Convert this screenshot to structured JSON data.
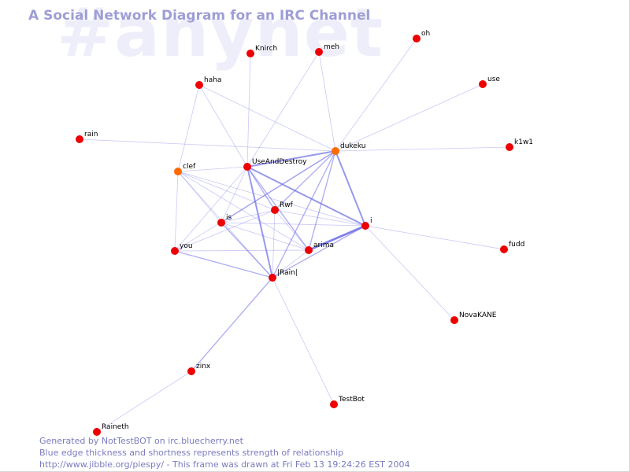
{
  "title": "A Social Network Diagram for an IRC Channel",
  "watermark": "#anynet",
  "colors": {
    "edge": "#7070e8",
    "node_fill": "#ee0000",
    "node_highlight": "#ff6a00",
    "title": "#9e9ed6",
    "footer": "#7b7bbf",
    "watermark": "#eeeefb"
  },
  "footer": {
    "line1": "Generated by NotTestBOT on irc.bluecherry.net",
    "line2": "Blue edge thickness and shortness represents strength of relationship",
    "line3": "http://www.jibble.org/piespy/ - This frame was drawn at Fri Feb 13 19:24:26 EST 2004"
  },
  "nodes": [
    {
      "id": "oh",
      "label": "oh",
      "highlight": false
    },
    {
      "id": "Knirch",
      "label": "Knirch",
      "highlight": false
    },
    {
      "id": "meh",
      "label": "meh",
      "highlight": false
    },
    {
      "id": "use",
      "label": "use",
      "highlight": false
    },
    {
      "id": "haha",
      "label": "haha",
      "highlight": false
    },
    {
      "id": "rain",
      "label": "rain",
      "highlight": false
    },
    {
      "id": "dukeku",
      "label": "dukeku",
      "highlight": true
    },
    {
      "id": "k1w1",
      "label": "k1w1",
      "highlight": false
    },
    {
      "id": "UseAndDestroy",
      "label": "UseAndDestroy",
      "highlight": false
    },
    {
      "id": "clef",
      "label": "clef",
      "highlight": true
    },
    {
      "id": "Rwf",
      "label": "Rwf",
      "highlight": false
    },
    {
      "id": "is",
      "label": "is",
      "highlight": false
    },
    {
      "id": "i",
      "label": "i",
      "highlight": false
    },
    {
      "id": "fudd",
      "label": "fudd",
      "highlight": false
    },
    {
      "id": "you",
      "label": "you",
      "highlight": false
    },
    {
      "id": "arima",
      "label": "arima",
      "highlight": false
    },
    {
      "id": "Rain",
      "label": "|Rain|",
      "highlight": false
    },
    {
      "id": "NovaKANE",
      "label": "NovaKANE",
      "highlight": false
    },
    {
      "id": "zinx",
      "label": "zinx",
      "highlight": false
    },
    {
      "id": "TestBot",
      "label": "TestBot",
      "highlight": false
    },
    {
      "id": "Raineth",
      "label": "Raineth",
      "highlight": false
    }
  ],
  "edges": [
    {
      "source": "dukeku",
      "target": "oh",
      "weight": 1
    },
    {
      "source": "dukeku",
      "target": "use",
      "weight": 1
    },
    {
      "source": "dukeku",
      "target": "k1w1",
      "weight": 1
    },
    {
      "source": "dukeku",
      "target": "meh",
      "weight": 1
    },
    {
      "source": "dukeku",
      "target": "haha",
      "weight": 1
    },
    {
      "source": "dukeku",
      "target": "UseAndDestroy",
      "weight": 3
    },
    {
      "source": "dukeku",
      "target": "i",
      "weight": 3
    },
    {
      "source": "dukeku",
      "target": "Rwf",
      "weight": 2
    },
    {
      "source": "dukeku",
      "target": "is",
      "weight": 2
    },
    {
      "source": "dukeku",
      "target": "arima",
      "weight": 2
    },
    {
      "source": "dukeku",
      "target": "Rain",
      "weight": 2
    },
    {
      "source": "dukeku",
      "target": "you",
      "weight": 1
    },
    {
      "source": "dukeku",
      "target": "rain",
      "weight": 1
    },
    {
      "source": "UseAndDestroy",
      "target": "Knirch",
      "weight": 1
    },
    {
      "source": "UseAndDestroy",
      "target": "meh",
      "weight": 1
    },
    {
      "source": "UseAndDestroy",
      "target": "haha",
      "weight": 1
    },
    {
      "source": "UseAndDestroy",
      "target": "clef",
      "weight": 1
    },
    {
      "source": "UseAndDestroy",
      "target": "i",
      "weight": 3
    },
    {
      "source": "UseAndDestroy",
      "target": "Rwf",
      "weight": 2
    },
    {
      "source": "UseAndDestroy",
      "target": "is",
      "weight": 1
    },
    {
      "source": "UseAndDestroy",
      "target": "you",
      "weight": 1
    },
    {
      "source": "UseAndDestroy",
      "target": "arima",
      "weight": 2
    },
    {
      "source": "UseAndDestroy",
      "target": "Rain",
      "weight": 3
    },
    {
      "source": "i",
      "target": "fudd",
      "weight": 1
    },
    {
      "source": "i",
      "target": "NovaKANE",
      "weight": 1
    },
    {
      "source": "i",
      "target": "arima",
      "weight": 4
    },
    {
      "source": "i",
      "target": "Rwf",
      "weight": 1
    },
    {
      "source": "i",
      "target": "is",
      "weight": 1
    },
    {
      "source": "i",
      "target": "clef",
      "weight": 1
    },
    {
      "source": "i",
      "target": "Rain",
      "weight": 2
    },
    {
      "source": "clef",
      "target": "haha",
      "weight": 1
    },
    {
      "source": "clef",
      "target": "you",
      "weight": 1
    },
    {
      "source": "clef",
      "target": "Rain",
      "weight": 1
    },
    {
      "source": "clef",
      "target": "is",
      "weight": 1
    },
    {
      "source": "clef",
      "target": "Rwf",
      "weight": 1
    },
    {
      "source": "clef",
      "target": "arima",
      "weight": 1
    },
    {
      "source": "Rwf",
      "target": "is",
      "weight": 1
    },
    {
      "source": "Rwf",
      "target": "you",
      "weight": 1
    },
    {
      "source": "Rwf",
      "target": "arima",
      "weight": 1
    },
    {
      "source": "Rwf",
      "target": "Rain",
      "weight": 1
    },
    {
      "source": "is",
      "target": "arima",
      "weight": 1
    },
    {
      "source": "is",
      "target": "Rain",
      "weight": 2
    },
    {
      "source": "you",
      "target": "arima",
      "weight": 1
    },
    {
      "source": "you",
      "target": "Rain",
      "weight": 2
    },
    {
      "source": "arima",
      "target": "Rain",
      "weight": 1
    },
    {
      "source": "Rain",
      "target": "zinx",
      "weight": 2
    },
    {
      "source": "Rain",
      "target": "TestBot",
      "weight": 1
    },
    {
      "source": "zinx",
      "target": "Raineth",
      "weight": 1
    }
  ]
}
